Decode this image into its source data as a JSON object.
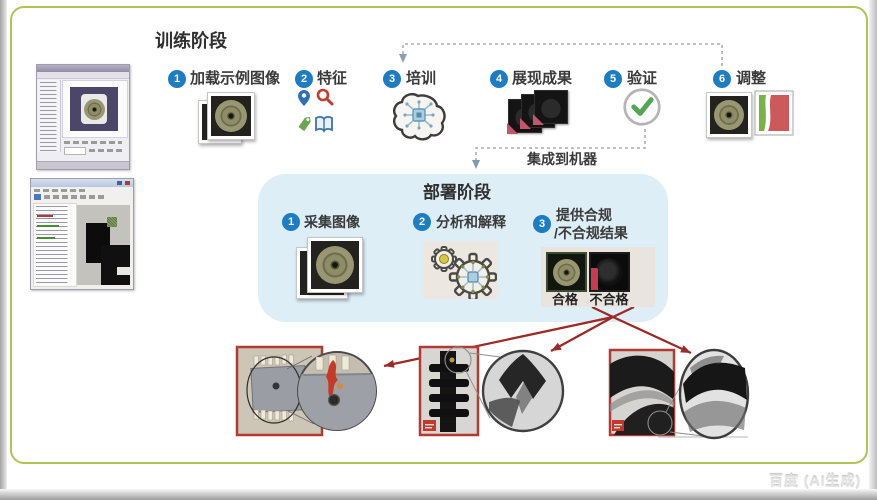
{
  "frame": {
    "watermark": "百度 (AI生成)"
  },
  "training": {
    "title": "训练阶段",
    "integration_label": "集成到机器",
    "steps": [
      {
        "num": "1",
        "label": "加载示例图像",
        "icon": "stacked-photos-gauge-icon"
      },
      {
        "num": "2",
        "label": "特征",
        "icon": "pin-magnifier-tag-book-icons"
      },
      {
        "num": "3",
        "label": "培训",
        "icon": "brain-circuit-icon"
      },
      {
        "num": "4",
        "label": "展现成果",
        "icon": "stacked-dark-photos-icon"
      },
      {
        "num": "5",
        "label": "验证",
        "icon": "check-circle-icon"
      },
      {
        "num": "6",
        "label": "调整",
        "icon": "photo-histogram-icon"
      }
    ]
  },
  "deployment": {
    "title": "部署阶段",
    "steps": [
      {
        "num": "1",
        "label": "采集图像",
        "icon": "stacked-photos-gauge-icon"
      },
      {
        "num": "2",
        "label": "分析和解释",
        "icon": "gears-icon"
      },
      {
        "num": "3",
        "label": "提供合规",
        "label_line2": "/不合规结果",
        "icon": "pass-fail-images"
      }
    ],
    "results": {
      "pass": "合格",
      "fail": "不合格"
    }
  },
  "colors": {
    "accent_blue": "#1d7dc2",
    "deploy_box_blue": "#ddeef6",
    "frame_green": "#aec455",
    "arrow_red": "#9c2a26"
  }
}
